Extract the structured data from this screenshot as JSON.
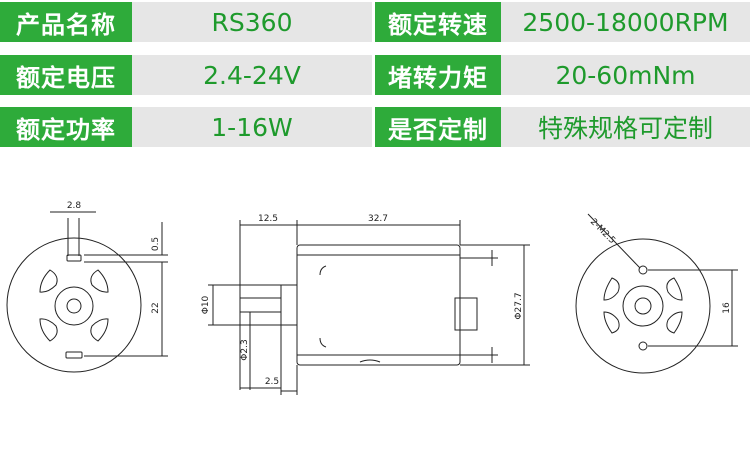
{
  "specs": [
    {
      "label": "产品名称",
      "value": "RS360",
      "label2": "额定转速",
      "value2": "2500-18000RPM"
    },
    {
      "label": "额定电压",
      "value": "2.4-24V",
      "label2": "堵转力矩",
      "value2": "20-60mNm"
    },
    {
      "label": "额定功率",
      "value": "1-16W",
      "label2": "是否定制",
      "value2": "特殊规格可定制"
    }
  ],
  "colors": {
    "label_bg": "#2eab3a",
    "value_bg": "#e6e6e6",
    "value_text": "#1e9a2c"
  },
  "drawing": {
    "front_view": {
      "dim_top": "2.8",
      "dim_side_small": "0.5",
      "dim_side_large": "22"
    },
    "side_view": {
      "dim_shaft_len": "12.5",
      "dim_body_len": "32.7",
      "dim_flange_dia": "Φ10",
      "dim_shaft_dia": "Φ2.3",
      "dim_body_dia": "Φ27.7",
      "dim_flange_len": "2.5"
    },
    "rear_view": {
      "dim_hole_spec": "2-M2.5",
      "dim_hole_spacing": "16"
    }
  }
}
